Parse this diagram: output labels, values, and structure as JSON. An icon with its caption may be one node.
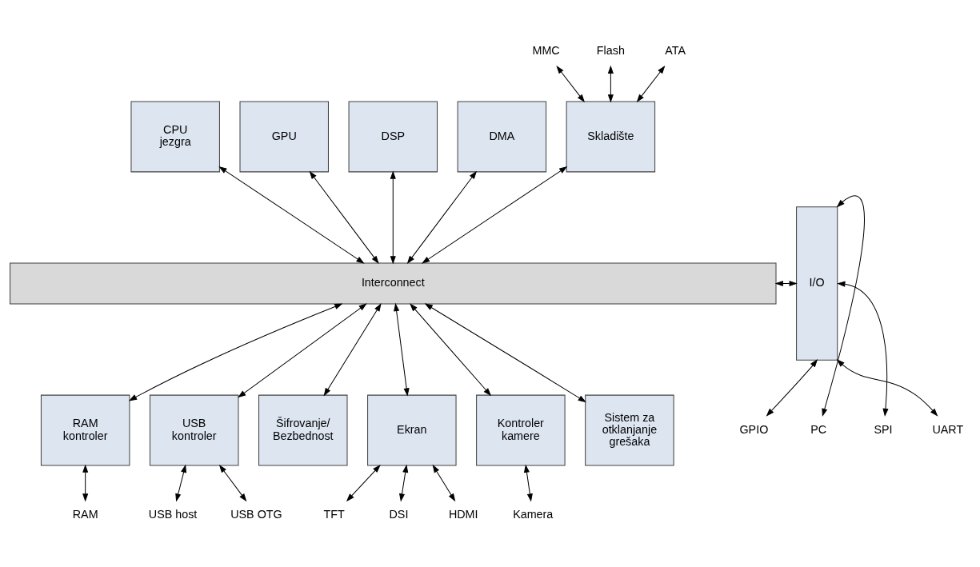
{
  "diagram": {
    "nodes": [
      {
        "text": [
          "CPU jezgra"
        ]
      },
      {
        "text": [
          "GPU"
        ]
      },
      {
        "text": [
          "DSP"
        ]
      },
      {
        "text": [
          "DMA"
        ]
      },
      {
        "text": [
          "Skladište"
        ]
      },
      {
        "text": [
          "I/O"
        ]
      },
      {
        "text": [
          "Interconnect"
        ]
      },
      {
        "text": [
          "RAM kontroler"
        ]
      },
      {
        "text": [
          "USB kontroler"
        ]
      },
      {
        "text": [
          "Šifrovanje/ Bezbednost"
        ]
      },
      {
        "text": [
          "Ekran"
        ]
      },
      {
        "text": [
          "Kontroler kamere"
        ]
      },
      {
        "text": [
          "Sistem za otklanjanje grešaka"
        ]
      },
      {
        "text": [
          "MMC"
        ]
      },
      {
        "text": [
          "Flash"
        ]
      },
      {
        "text": [
          "ATA"
        ]
      },
      {
        "text": [
          "PC"
        ]
      },
      {
        "text": [
          "SPI"
        ]
      },
      {
        "text": [
          "UART"
        ]
      },
      {
        "text": [
          "GPIO"
        ]
      },
      {
        "text": [
          "RAM"
        ]
      },
      {
        "text": [
          "USB host"
        ]
      },
      {
        "text": [
          "USB OTG"
        ]
      },
      {
        "text": [
          "TFT"
        ]
      },
      {
        "text": [
          "DSI"
        ]
      },
      {
        "text": [
          "HDMI"
        ]
      },
      {
        "text": [
          "Kamera"
        ]
      }
    ],
    "edges": [
      {
        "from": 0,
        "to": 6,
        "arrow": "both"
      },
      {
        "from": 1,
        "to": 6,
        "arrow": "both"
      },
      {
        "from": 2,
        "to": 6,
        "arrow": "both"
      },
      {
        "from": 3,
        "to": 6,
        "arrow": "both"
      },
      {
        "from": 4,
        "to": 6,
        "arrow": "both"
      },
      {
        "from": 13,
        "to": 4,
        "arrow": "both"
      },
      {
        "from": 14,
        "to": 4,
        "arrow": "both"
      },
      {
        "from": 15,
        "to": 4,
        "arrow": "both"
      },
      {
        "from": 6,
        "to": 5,
        "arrow": "both"
      },
      {
        "from": 5,
        "to": 16,
        "arrow": "both"
      },
      {
        "from": 5,
        "to": 17,
        "arrow": "both"
      },
      {
        "from": 5,
        "to": 18,
        "arrow": "both"
      },
      {
        "from": 5,
        "to": 19,
        "arrow": "both"
      },
      {
        "from": 6,
        "to": 7,
        "arrow": "both"
      },
      {
        "from": 6,
        "to": 8,
        "arrow": "both"
      },
      {
        "from": 6,
        "to": 9,
        "arrow": "both"
      },
      {
        "from": 6,
        "to": 10,
        "arrow": "both"
      },
      {
        "from": 6,
        "to": 11,
        "arrow": "both"
      },
      {
        "from": 6,
        "to": 12,
        "arrow": "both"
      },
      {
        "from": 7,
        "to": 20,
        "arrow": "both"
      },
      {
        "from": 8,
        "to": 21,
        "arrow": "both"
      },
      {
        "from": 8,
        "to": 22,
        "arrow": "both"
      },
      {
        "from": 10,
        "to": 23,
        "arrow": "both"
      },
      {
        "from": 10,
        "to": 24,
        "arrow": "both"
      },
      {
        "from": 10,
        "to": 25,
        "arrow": "both"
      },
      {
        "from": 11,
        "to": 26,
        "arrow": "both"
      }
    ]
  }
}
